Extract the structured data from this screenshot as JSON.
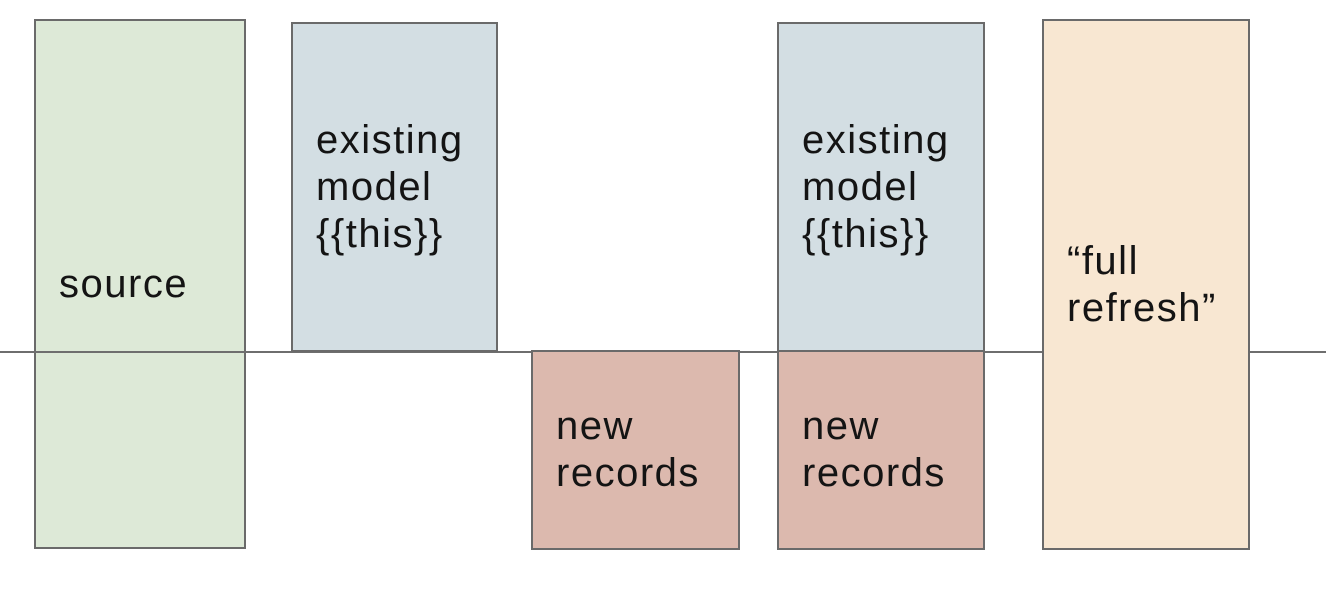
{
  "diagram": {
    "colors": {
      "background": "#ffffff",
      "box_border": "#6a6a6a",
      "divider_line": "#6e6e6e",
      "text": "#141414",
      "source_fill": "#dde9d7",
      "existing_model_fill": "#d3dee3",
      "new_records_fill": "#dcb9ae",
      "full_refresh_fill": "#f8e7d2"
    },
    "boxes": {
      "source": {
        "label": "source",
        "fill": "#dde9d7"
      },
      "existing_model_1": {
        "label": "existing\nmodel\n{{this}}",
        "fill": "#d3dee3"
      },
      "new_records_1": {
        "label": "new\nrecords",
        "fill": "#dcb9ae"
      },
      "existing_model_2": {
        "label": "existing\nmodel\n{{this}}",
        "fill": "#d3dee3"
      },
      "new_records_2": {
        "label": "new\nrecords",
        "fill": "#dcb9ae"
      },
      "full_refresh": {
        "label": "“full\nrefresh”",
        "fill": "#f8e7d2"
      }
    }
  }
}
